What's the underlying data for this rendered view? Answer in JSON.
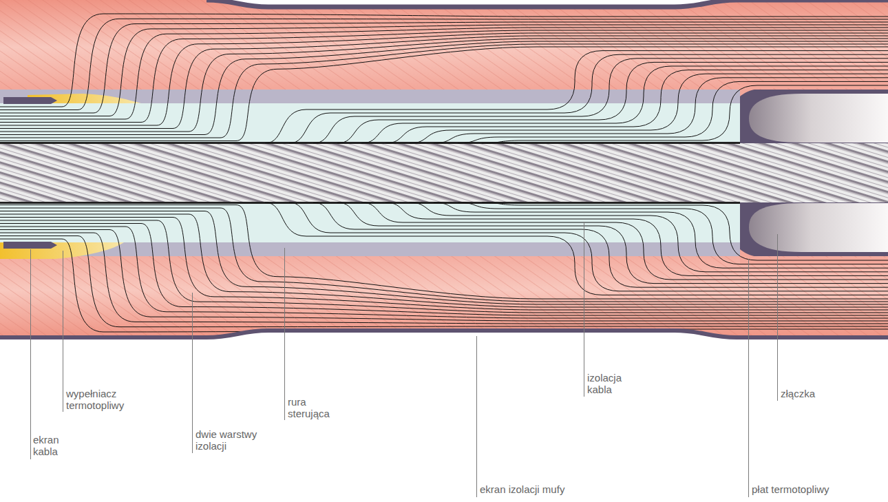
{
  "diagram": {
    "labels": [
      "ekran kabla",
      "wypełniacz termotopliwy",
      "dwie warstwy izolacji",
      "rura sterująca",
      "izolacja kabla",
      "złączka",
      "ekran izolacji mufy",
      "płat termotopliwy"
    ]
  }
}
